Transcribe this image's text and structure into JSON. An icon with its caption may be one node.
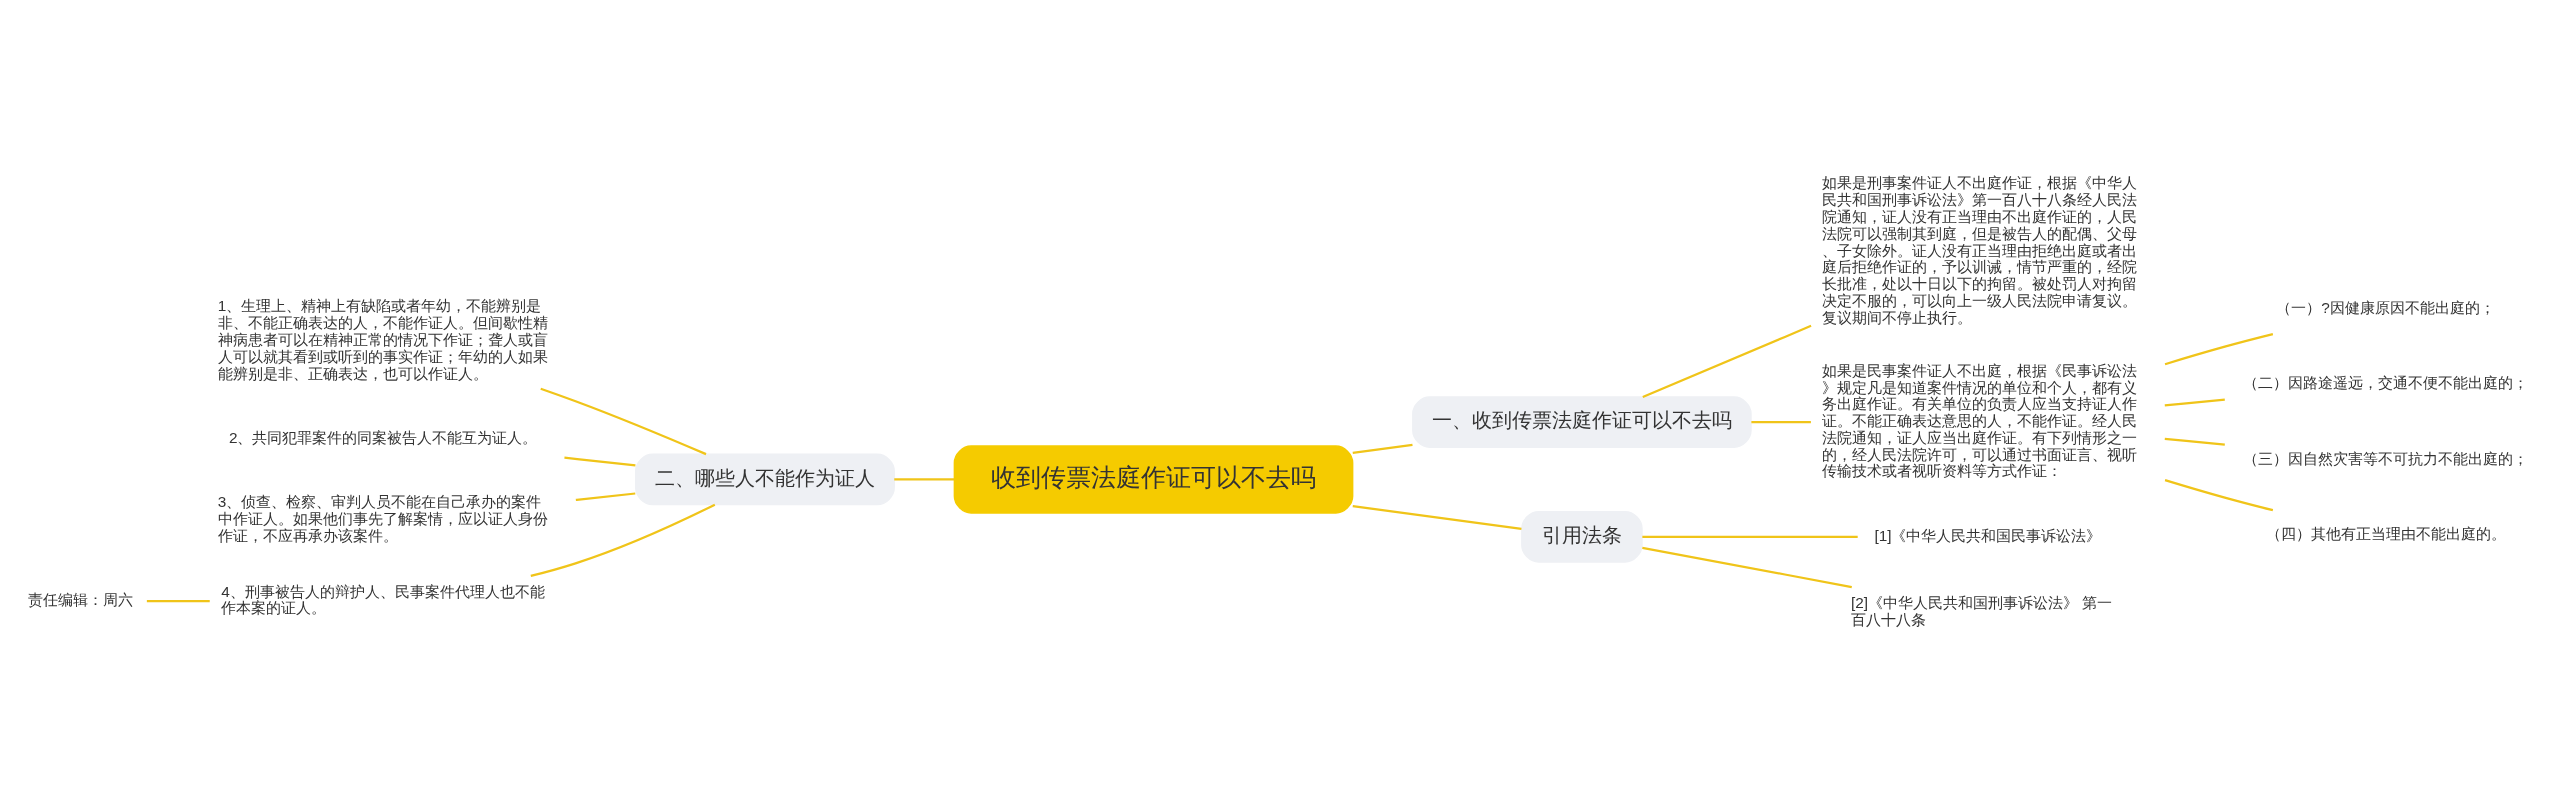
{
  "diagram": {
    "nodes": [
      {
        "text": [
          "收到传票法庭作证可以不去吗"
        ]
      },
      {
        "text": [
          "一、收到传票法庭作证可以不去吗"
        ]
      },
      {
        "text": [
          "如果是刑事案件证人不出庭作证，根据《中华人民共和国刑事诉讼法》第一百八十八条经人民法院通知，证人没有正当理由不出庭作证的，人民法院可以强制其到庭，但是被告人的配偶、父母、子女除外。证人没有正当理由拒绝出庭或者出庭后拒绝作证的，予以训诫，情节严重的，经院长批准，处以十日以下的拘留。被处罚人对拘留决定不服的，可以向上一级人民法院申请复议。复议期间不停止执行。"
        ]
      },
      {
        "text": [
          "如果是民事案件证人不出庭，根据《民事诉讼法》规定凡是知道案件情况的单位和个人，都有义务出庭作证。有关单位的负责人应当支持证人作证。不能正确表达意思的人，不能作证。经人民法院通知，证人应当出庭作证。有下列情形之一的，经人民法院许可，可以通过书面证言、视听传输技术或者视听资料等方式作证："
        ]
      },
      {
        "text": [
          "（一）?因健康原因不能出庭的；"
        ]
      },
      {
        "text": [
          "（二）因路途遥远，交通不便不能出庭的；"
        ]
      },
      {
        "text": [
          "（三）因自然灾害等不可抗力不能出庭的；"
        ]
      },
      {
        "text": [
          "（四）其他有正当理由不能出庭的。"
        ]
      },
      {
        "text": [
          "引用法条"
        ]
      },
      {
        "text": [
          "[1]《中华人民共和国民事诉讼法》"
        ]
      },
      {
        "text": [
          "[2]《中华人民共和国刑事诉讼法》 第一百八十八条"
        ]
      },
      {
        "text": [
          "二、哪些人不能作为证人"
        ]
      },
      {
        "text": [
          "1、生理上、精神上有缺陷或者年幼，不能辨别是非、不能正确表达的人，不能作证人。但间歇性精神病患者可以在精神正常的情况下作证；聋人或盲人可以就其看到或听到的事实作证；年幼的人如果能辨别是非、正确表达，也可以作证人。"
        ]
      },
      {
        "text": [
          "2、共同犯罪案件的同案被告人不能互为证人。"
        ]
      },
      {
        "text": [
          "3、侦查、检察、审判人员不能在自己承办的案件中作证人。如果他们事先了解案情，应以证人身份作证，不应再承办该案件。"
        ]
      },
      {
        "text": [
          "4、刑事被告人的辩护人、民事案件代理人也不能作本案的证人。"
        ]
      },
      {
        "text": [
          "责任编辑：周六"
        ]
      }
    ],
    "edges": [
      {
        "from": 0,
        "to": 1,
        "arrow": "none"
      },
      {
        "from": 1,
        "to": 2,
        "arrow": "none"
      },
      {
        "from": 1,
        "to": 3,
        "arrow": "none"
      },
      {
        "from": 3,
        "to": 4,
        "arrow": "none"
      },
      {
        "from": 3,
        "to": 5,
        "arrow": "none"
      },
      {
        "from": 3,
        "to": 6,
        "arrow": "none"
      },
      {
        "from": 3,
        "to": 7,
        "arrow": "none"
      },
      {
        "from": 0,
        "to": 8,
        "arrow": "none"
      },
      {
        "from": 8,
        "to": 9,
        "arrow": "none"
      },
      {
        "from": 8,
        "to": 10,
        "arrow": "none"
      },
      {
        "from": 0,
        "to": 11,
        "arrow": "none"
      },
      {
        "from": 11,
        "to": 12,
        "arrow": "none"
      },
      {
        "from": 11,
        "to": 13,
        "arrow": "none"
      },
      {
        "from": 11,
        "to": 14,
        "arrow": "none"
      },
      {
        "from": 11,
        "to": 15,
        "arrow": "none"
      },
      {
        "from": 15,
        "to": 16,
        "arrow": "none"
      }
    ]
  }
}
